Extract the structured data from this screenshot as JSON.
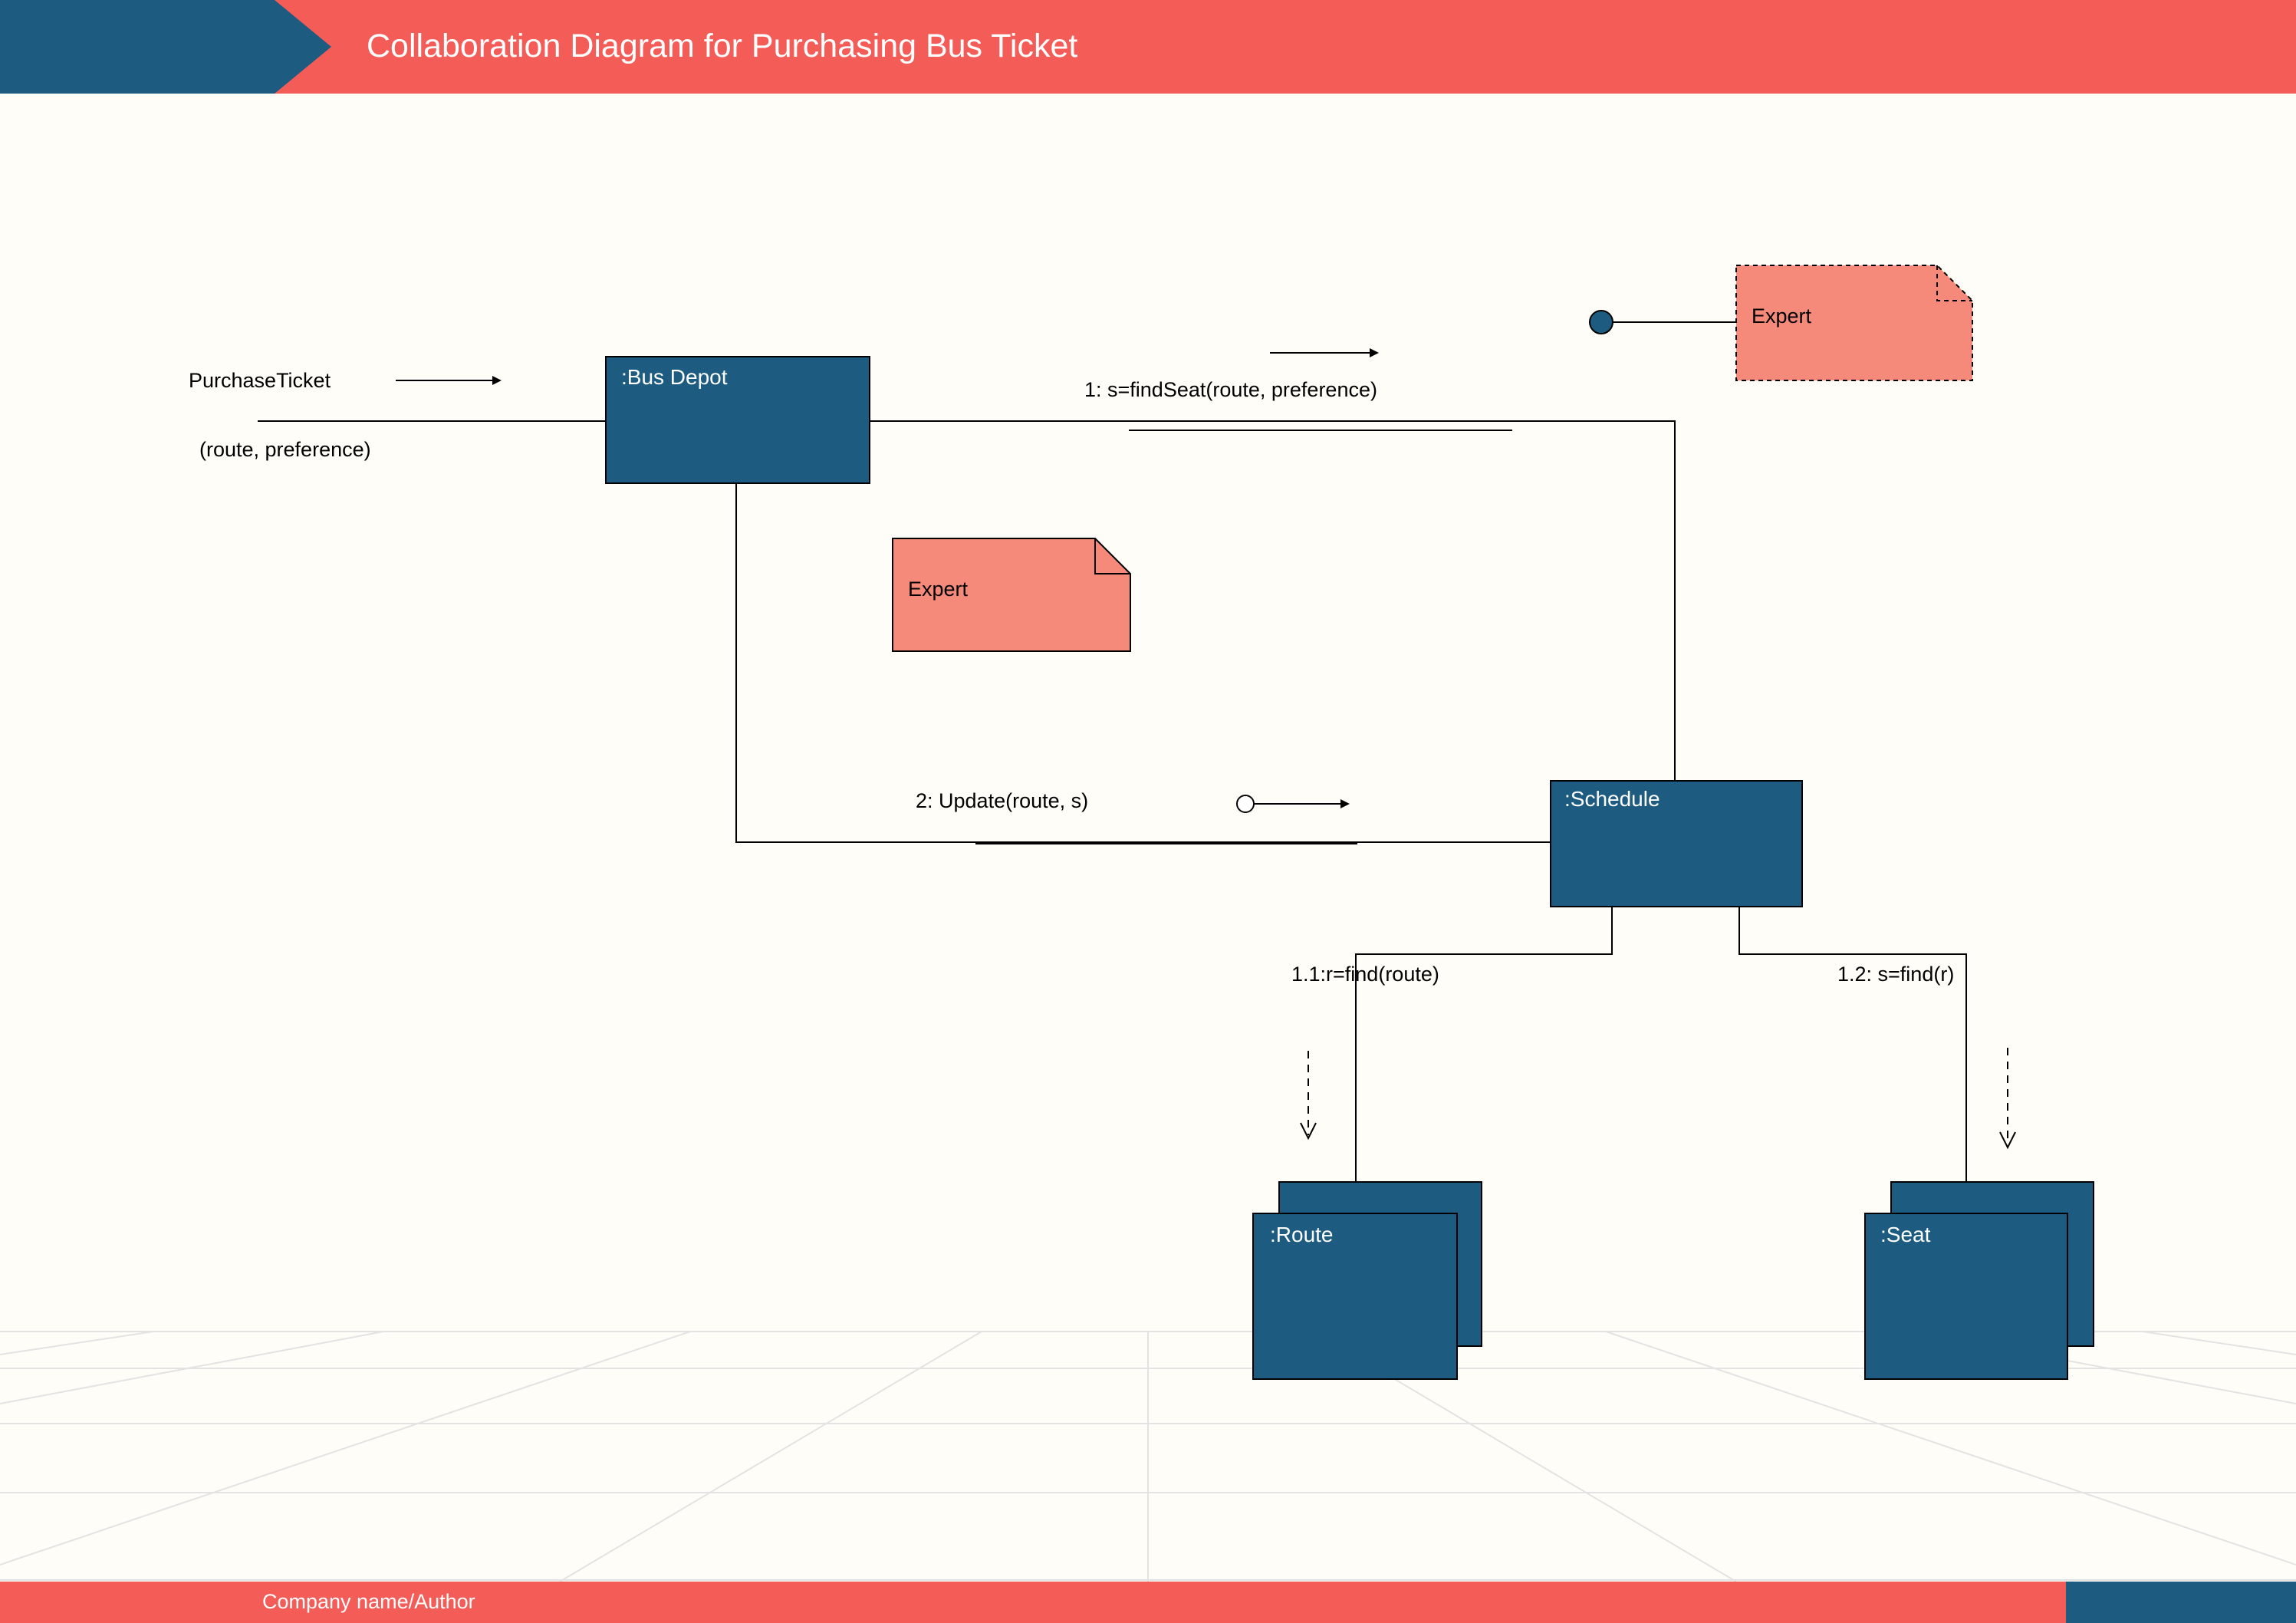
{
  "header": {
    "title": "Collaboration Diagram for Purchasing Bus Ticket"
  },
  "footer": {
    "author": "Company name/Author"
  },
  "colors": {
    "header": "#f45c58",
    "header_accent": "#1e5b80",
    "object_fill": "#1e5b80",
    "note_fill": "#f5897a",
    "background": "#fffdf7",
    "grid": "#e6e6e6"
  },
  "diagram": {
    "objects": {
      "bus_depot": ":Bus Depot",
      "schedule": ":Schedule",
      "route": ":Route",
      "seat": ":Seat"
    },
    "messages": {
      "purchase_name": "PurchaseTicket",
      "purchase_params": "(route, preference)",
      "find_seat": "1: s=findSeat(route, preference)",
      "update": "2: Update(route, s)",
      "find_route": "1.1:r=find(route)",
      "find_seat_r": "1.2: s=find(r)"
    },
    "notes": {
      "expert_top": "Expert",
      "expert_mid": "Expert"
    }
  }
}
